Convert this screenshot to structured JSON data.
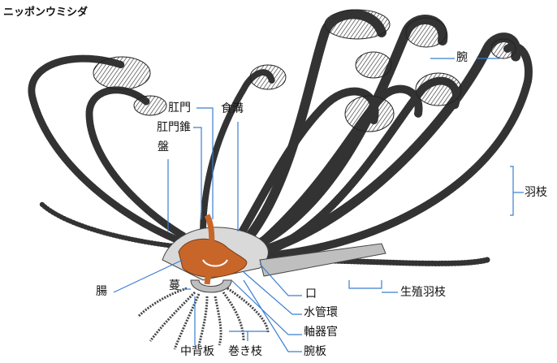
{
  "title": "ニッポンウミシダ",
  "labels": {
    "arm": "腕",
    "pinnule": "羽枝",
    "genital_pinnule": "生殖羽枝",
    "anus": "肛門",
    "anal_cone": "肛門錐",
    "disc": "盤",
    "food_groove": "食溝",
    "intestine": "腸",
    "cirrus": "蔓",
    "mouth": "口",
    "water_ring": "水管環",
    "axial_organ": "軸器官",
    "centrodorsal": "中背板",
    "cirri_branch": "巻き枝",
    "brachial": "腕板"
  },
  "colors": {
    "leader_line": "#3a7fd0",
    "gut": "#c8662a",
    "body": "#bfbfbf",
    "ink": "#222222"
  }
}
